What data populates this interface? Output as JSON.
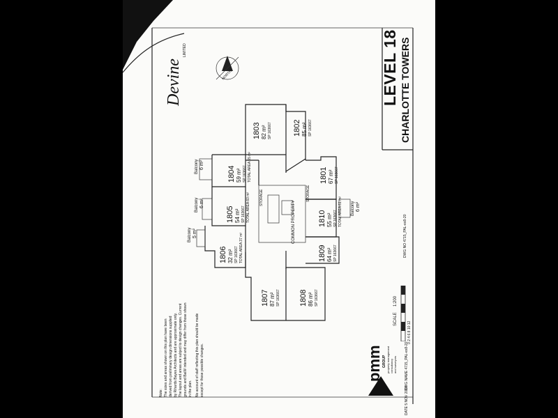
{
  "title": {
    "level": "LEVEL 18",
    "building": "CHARLOTTE TOWERS"
  },
  "brand": {
    "logo": "Devine",
    "sub": "LIMITED"
  },
  "north_label": "NORTH",
  "common": {
    "common_property": "COMMON PROPERTY",
    "storage_a": "STORAGE",
    "storage_b": "STORAGE"
  },
  "units": [
    {
      "no": "1801",
      "area": "67 m²",
      "sp": "SP 163667"
    },
    {
      "no": "1802",
      "area": "85 m²",
      "sp": "SP 163667"
    },
    {
      "no": "1803",
      "area": "82 m²",
      "sp": "SP 163667"
    },
    {
      "no": "1804",
      "area": "59 m²",
      "sp": "SP 163667",
      "total": "TOTAL AREA 65 m²"
    },
    {
      "no": "1805",
      "area": "54 m²",
      "sp": "SP 163667",
      "total": "TOTAL AREA 60 m²"
    },
    {
      "no": "1806",
      "area": "32 m²",
      "sp": "SP 163667",
      "total": "TOTAL AREA 37 m²"
    },
    {
      "no": "1807",
      "area": "87 m²",
      "sp": "SP 163667"
    },
    {
      "no": "1808",
      "area": "86 m²",
      "sp": "SP 163667"
    },
    {
      "no": "1809",
      "area": "64 m²",
      "sp": "SP 163667"
    },
    {
      "no": "1810",
      "area": "55 m²",
      "sp": "SP 163667",
      "total": "TOTAL AREA 61 m²"
    }
  ],
  "balconies": [
    {
      "label": "Balcony",
      "area": "6 m²"
    },
    {
      "label": "Balcony",
      "area": "6 m²"
    },
    {
      "label": "Balcony",
      "area": "5 m²"
    },
    {
      "label": "Balcony",
      "area": "6 m²"
    }
  ],
  "notes": {
    "line1": "Note:",
    "line2": "The sizes and areas shown on this plan have been",
    "line3": "derived from preliminary design dimensions supplied",
    "line4": "by Rihards Bayes Architects and are approximate only.",
    "line5": "The layout and areas are subject to design changes. Current",
    "line6": "grounds and BaiW intended and may differ from those shown",
    "line7": "in the plan.",
    "line8": "No account of staff reflecting this plan should be made",
    "line9": "except for those possible changes."
  },
  "scale": {
    "label": "SCALE",
    "value": "1:200",
    "ticks": "0  2  4  6  8  10  12"
  },
  "dwg": {
    "name": "DWG NAME  4715_PAL-ex8-20",
    "no": "DWG NO 4715_PAL-ex8-20",
    "date": "DATE  5 NOV 2010"
  },
  "pmm": {
    "name": "pmm",
    "group": "GROUP",
    "sub1": "property management",
    "sub2": "consultancy",
    "sub3": "and surveyors"
  }
}
